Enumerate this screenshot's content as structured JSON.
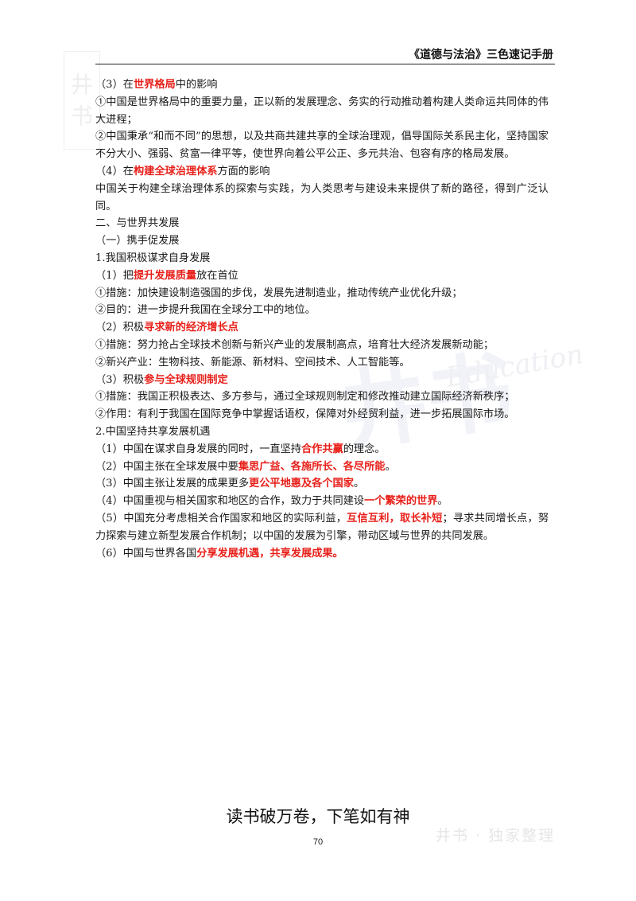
{
  "header": {
    "title": "《道德与法治》三色速记手册"
  },
  "watermarks": {
    "stamp_top": "井",
    "stamp_bottom": "书",
    "center_big": "井书",
    "center_script": "Education",
    "footer": "井书 · 独家整理"
  },
  "content": [
    {
      "parts": [
        {
          "t": "（3）在"
        },
        {
          "t": "世界格局",
          "hl": true
        },
        {
          "t": "中的影响"
        }
      ]
    },
    {
      "wrap": true,
      "parts": [
        {
          "t": "①中国是世界格局中的重要力量，正以新的发展理念、务实的行动推动着构建人类命运共同体的伟大进程；"
        }
      ]
    },
    {
      "wrap": true,
      "parts": [
        {
          "t": "②中国秉承“和而不同”的思想，以及共商共建共享的全球治理观，倡导国际关系民主化，坚持国家不分大小、强弱、贫富一律平等，使世界向着公平公正、多元共治、包容有序的格局发展。"
        }
      ]
    },
    {
      "parts": [
        {
          "t": "（4）在"
        },
        {
          "t": "构建全球治理体系",
          "hl": true
        },
        {
          "t": "方面的影响"
        }
      ]
    },
    {
      "wrap": true,
      "parts": [
        {
          "t": "中国关于构建全球治理体系的探索与实践，为人类思考与建设未来提供了新的路径，得到广泛认同。"
        }
      ]
    },
    {
      "parts": [
        {
          "t": "二、与世界共发展"
        }
      ]
    },
    {
      "parts": [
        {
          "t": "（一）携手促发展"
        }
      ]
    },
    {
      "parts": [
        {
          "t": "1.我国积极谋求自身发展"
        }
      ]
    },
    {
      "parts": [
        {
          "t": "（1）把"
        },
        {
          "t": "提升发展质量",
          "hl": true
        },
        {
          "t": "放在首位"
        }
      ]
    },
    {
      "parts": [
        {
          "t": "①措施：加快建设制造强国的步伐，发展先进制造业，推动传统产业优化升级；"
        }
      ]
    },
    {
      "parts": [
        {
          "t": "②目的：进一步提升我国在全球分工中的地位。"
        }
      ]
    },
    {
      "parts": [
        {
          "t": "（2）积极"
        },
        {
          "t": "寻求新的经济增长点",
          "hl": true
        }
      ]
    },
    {
      "parts": [
        {
          "t": "①措施：努力抢占全球技术创新与新兴产业的发展制高点，培育壮大经济发展新动能；"
        }
      ]
    },
    {
      "parts": [
        {
          "t": "②新兴产业：生物科技、新能源、新材料、空间技术、人工智能等。"
        }
      ]
    },
    {
      "parts": [
        {
          "t": "（3）积极"
        },
        {
          "t": "参与全球规则制定",
          "hl": true
        }
      ]
    },
    {
      "parts": [
        {
          "t": "①措施：我国正积极表达、多方参与，通过全球规则制定和修改推动建立国际经济新秩序；"
        }
      ]
    },
    {
      "parts": [
        {
          "t": "②作用：有利于我国在国际竞争中掌握话语权，保障对外经贸利益，进一步拓展国际市场。"
        }
      ]
    },
    {
      "parts": [
        {
          "t": "2.中国坚持共享发展机遇"
        }
      ]
    },
    {
      "parts": [
        {
          "t": "（1）中国在谋求自身发展的同时，一直坚持"
        },
        {
          "t": "合作共赢",
          "hl": true
        },
        {
          "t": "的理念。"
        }
      ]
    },
    {
      "parts": [
        {
          "t": "（2）中国主张在全球发展中要"
        },
        {
          "t": "集思广益、各施所长、各尽所能",
          "hl": true
        },
        {
          "t": "。"
        }
      ]
    },
    {
      "parts": [
        {
          "t": "（3）中国主张让发展的成果更多"
        },
        {
          "t": "更公平地惠及各个国家",
          "hl": true
        },
        {
          "t": "。"
        }
      ]
    },
    {
      "parts": [
        {
          "t": "（4）中国重视与相关国家和地区的合作，致力于共同建设"
        },
        {
          "t": "一个繁荣的世界",
          "hl": true
        },
        {
          "t": "。"
        }
      ]
    },
    {
      "wrap": true,
      "parts": [
        {
          "t": "（5）中国充分考虑相关合作国家和地区的实际利益，"
        },
        {
          "t": "互信互利，取长补短",
          "hl": true
        },
        {
          "t": "；寻求共同增长点，努力探索与建立新型发展合作机制；以中国的发展为引擎，带动区域与世界的共同发展。"
        }
      ]
    },
    {
      "parts": [
        {
          "t": "（6）中国与世界各国"
        },
        {
          "t": "分享发展机遇，共享发展成果。",
          "hl": true
        }
      ]
    }
  ],
  "footer": {
    "motto": "读书破万卷，下笔如有神",
    "page_number": "70"
  }
}
